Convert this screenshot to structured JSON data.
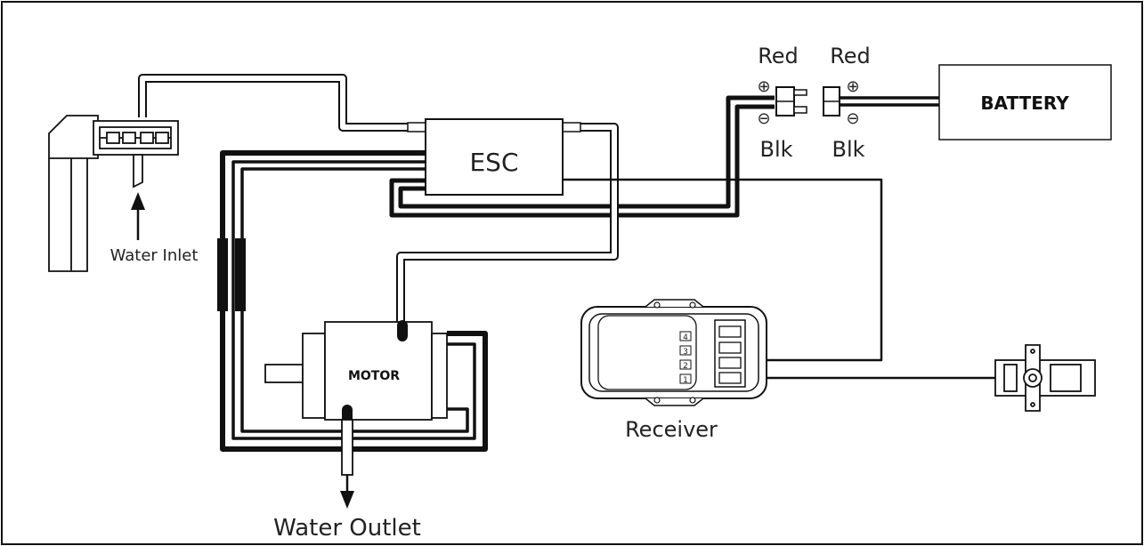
{
  "labels": {
    "red_left": "Red",
    "red_right": "Red",
    "blk_left": "Blk",
    "blk_right": "Blk",
    "esc": "ESC",
    "battery": "BATTERY",
    "motor": "MOTOR",
    "receiver": "Receiver",
    "water_inlet": "Water Inlet",
    "water_outlet": "Water Outlet",
    "plus_symbol": "⊕",
    "minus_symbol": "⊖"
  },
  "receiver_channels": [
    "4",
    "3",
    "2",
    "1"
  ],
  "colors": {
    "stroke": "#111111",
    "background": "#ffffff"
  }
}
